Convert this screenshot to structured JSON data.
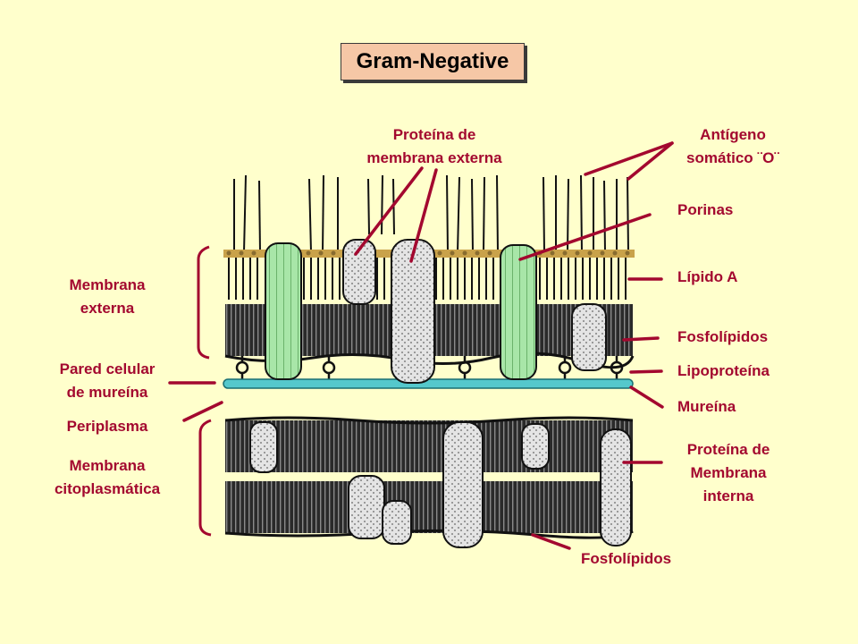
{
  "title": "Gram-Negative",
  "labels": {
    "outer_membrane_protein": "Proteína de\nmembrana externa",
    "o_antigen": "Antígeno\nsomático ¨O¨",
    "porins": "Porinas",
    "lipid_a": "Lípido A",
    "phospholipids_outer": "Fosfolípidos",
    "lipoprotein": "Lipoproteína",
    "murein": "Mureína",
    "inner_membrane_protein": "Proteína de\nMembrana\ninterna",
    "phospholipids_inner": "Fosfolípidos",
    "outer_membrane": "Membrana\nexterna",
    "cell_wall": "Pared celular\nde mureína",
    "periplasm": "Periplasma",
    "cytoplasmic_membrane": "Membrana\ncitoplasmática"
  },
  "colors": {
    "background": "#ffffcc",
    "label": "#a3082f",
    "title_box": "#f6c7a6",
    "porin": "#a8e6a8",
    "murein_layer": "#55c8cc",
    "lipid_head": "#c9a24a",
    "protein": "#d9d9d9"
  }
}
